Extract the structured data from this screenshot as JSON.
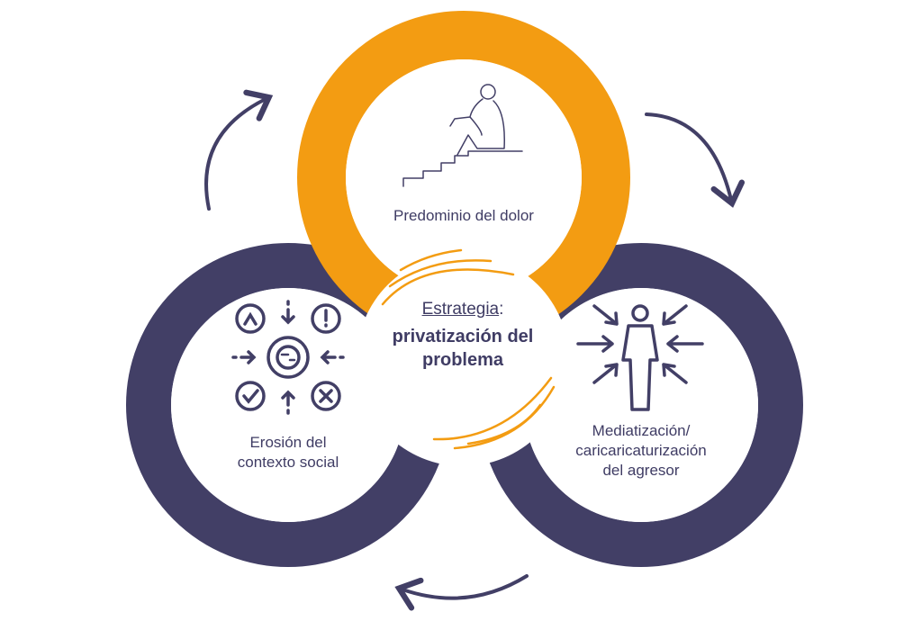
{
  "colors": {
    "dark": "#423f66",
    "orange": "#f39c12",
    "white": "#ffffff"
  },
  "top": {
    "label": "Predominio del dolor",
    "icon": "person-sitting-on-stairs-icon"
  },
  "left": {
    "label_line1": "Erosión del",
    "label_line2": "contexto social",
    "icon": "gear-with-arrows-icon"
  },
  "right": {
    "label_line1": "Mediatización/",
    "label_line2": "caricaricaturización",
    "label_line3": "del agresor",
    "icon": "person-under-pressure-icon"
  },
  "center": {
    "title": "Estrategia",
    "colon": ":",
    "line1": "privatización del",
    "line2": "problema"
  }
}
